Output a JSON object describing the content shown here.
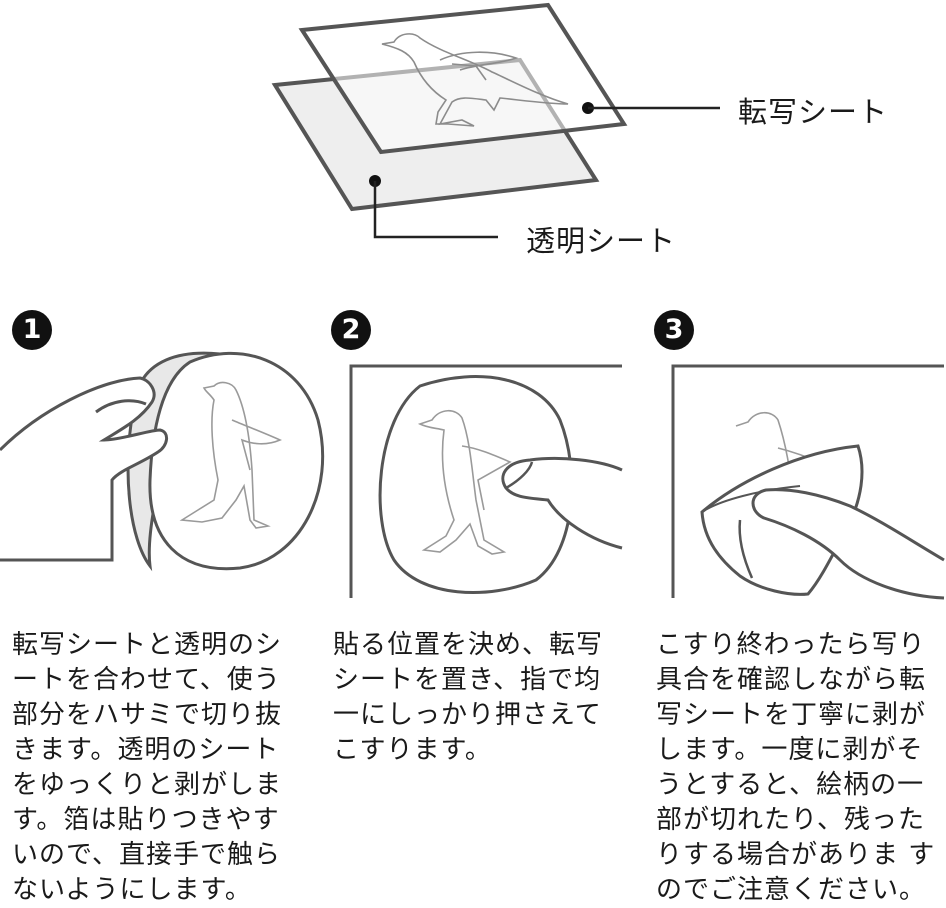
{
  "top_diagram": {
    "transfer_sheet_label": "転写シート",
    "clear_sheet_label": "透明シート"
  },
  "steps": [
    {
      "number": "1",
      "icon": "hand-peeling-icon",
      "lines": [
        "転写シートと透明のシ",
        "ートを合わせて、使う",
        "部分をハサミで切り抜",
        "きます。透明のシート",
        "をゆっくりと剥がしま",
        "す。箔は貼りつきやす",
        "いので、直接手で触ら",
        "ないようにします。"
      ]
    },
    {
      "number": "2",
      "icon": "finger-rubbing-icon",
      "lines": [
        "貼る位置を決め、転写",
        "シートを置き、指で均",
        "一にしっかり押さえて",
        "こすります。"
      ]
    },
    {
      "number": "3",
      "icon": "peel-off-icon",
      "lines": [
        "こすり終わったら写り",
        "具合を確認しながら転",
        "写シートを丁寧に剥が",
        "します。一度に剥がそ",
        "うとすると、絵柄の一",
        "部が切れたり、残った",
        "りする場合がありま す",
        "のでご注意ください。"
      ]
    }
  ],
  "colors": {
    "line": "#555555",
    "fill": "#f2f2f2",
    "bird": "#9a9a9a"
  }
}
